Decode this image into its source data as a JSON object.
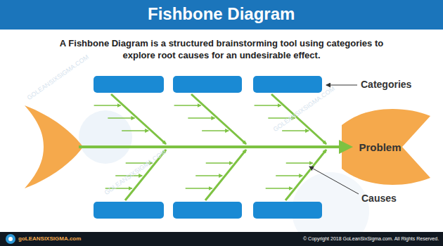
{
  "diagram": {
    "title": "Fishbone Diagram",
    "nodes": [
      {
        "text": [
          "Problem"
        ]
      }
    ],
    "labels": [
      "A Fishbone Diagram is a structured brainstorming tool using categories to explore root causes for an undesirable effect.",
      "Categories",
      "Causes",
      "GOLEANSIXSIGMA.COM",
      "GOLEANSIXSIGMA.COM",
      "GOLEANSIXSIGMA.COM",
      "goLEANSIXSIGMA.com",
      "© Copyright 2018 GoLeanSixSigma.com. All Rights Reserved."
    ]
  }
}
